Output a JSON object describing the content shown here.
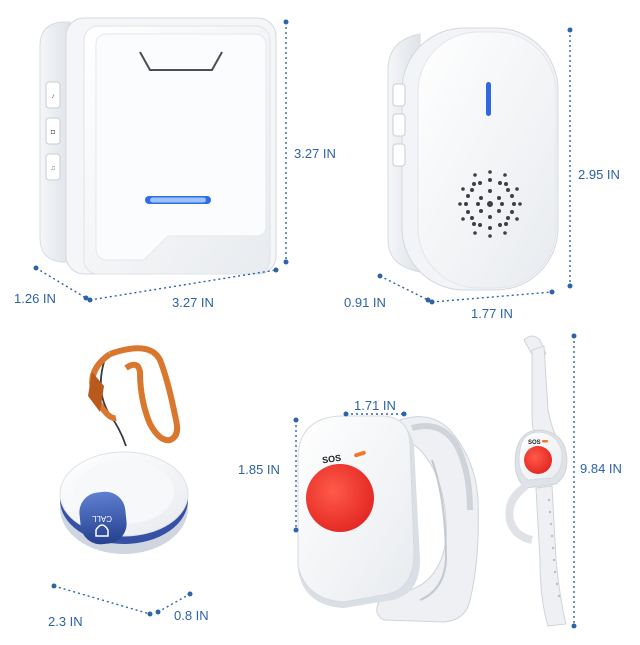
{
  "products": {
    "receiver_square": {
      "width_label": "3.27 IN",
      "height_label": "3.27 IN",
      "depth_label": "1.26 IN"
    },
    "receiver_oval": {
      "width_label": "1.77 IN",
      "height_label": "2.95 IN",
      "depth_label": "0.91 IN"
    },
    "pendant_button": {
      "button_text": "CALL",
      "diameter_label": "2.3 IN",
      "depth_label": "0.8 IN"
    },
    "wrist_button_closeup": {
      "button_text": "SOS",
      "width_label": "1.71 IN",
      "height_label": "1.85 IN"
    },
    "wrist_button_full": {
      "button_text": "SOS",
      "length_label": "9.84 IN"
    }
  },
  "colors": {
    "dimension_line": "#2d63a8",
    "dimension_text": "#2d63a8",
    "device_white": "#ffffff",
    "device_shadow": "#d9dde3",
    "button_red": "#e32a2a",
    "lanyard_orange": "#d9772f",
    "pendant_blue": "#2f4fa2"
  }
}
